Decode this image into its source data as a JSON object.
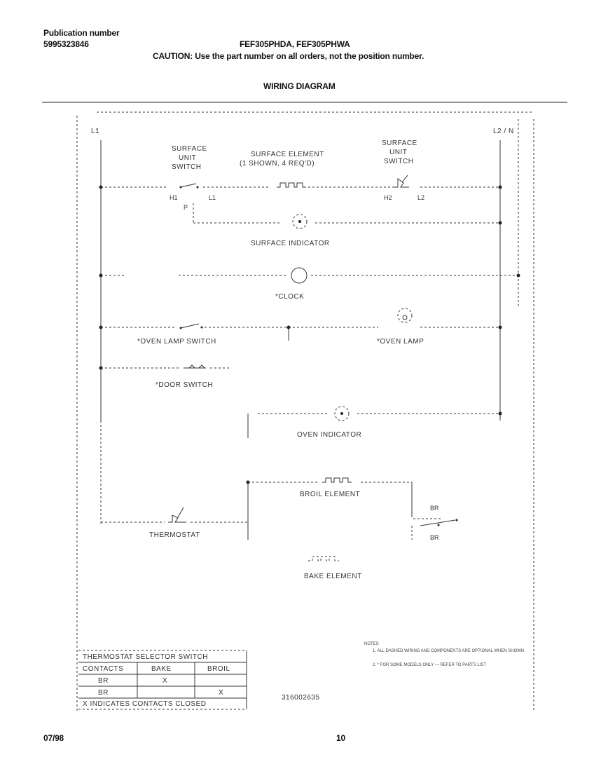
{
  "header": {
    "pub_label": "Publication number",
    "pub_number": "5995323846",
    "models": "FEF305PHDA, FEF305PHWA",
    "caution": "CAUTION:  Use the part number on all orders, not the position number.",
    "section_title": "WIRING DIAGRAM"
  },
  "diagram": {
    "l1": "L1",
    "l2_n": "L2 / N",
    "surface_unit_switch": [
      "SURFACE",
      "UNIT",
      "SWITCH"
    ],
    "surface_element": [
      "SURFACE ELEMENT",
      "(1 SHOWN, 4 REQ'D)"
    ],
    "surface_unit_switch_right": [
      "SURFACE",
      "UNIT",
      "SWITCH"
    ],
    "h1_label": "H1",
    "l1_small": "L1",
    "p_label": "P",
    "h2_label": "H2",
    "l2_small": "L2",
    "surface_indicator": "SURFACE INDICATOR",
    "clock": "*CLOCK",
    "oven_lamp_switch": "*OVEN LAMP SWITCH",
    "oven_lamp": "*OVEN LAMP",
    "door_switch": "*DOOR SWITCH",
    "oven_indicator": "OVEN INDICATOR",
    "broil_element": "BROIL ELEMENT",
    "br_top": "BR",
    "br_bottom": "BR",
    "thermostat": "THERMOSTAT",
    "bake_element": "BAKE ELEMENT",
    "notes_title": "NOTES",
    "note1": "1. ALL DASHED WIRING AND COMPONENTS ARE OPTIONAL WHEN SHOWN",
    "note2": "2. * FOR SOME MODELS ONLY — REFER TO PARTS LIST",
    "part_number": "316002635"
  },
  "table": {
    "title": "THERMOSTAT SELECTOR SWITCH",
    "col_contacts": "CONTACTS",
    "col_bake": "BAKE",
    "col_broil": "BROIL",
    "row1": "BR",
    "row1_bake": "X",
    "row2": "BR",
    "row2_broil": "X",
    "footnote": "X INDICATES CONTACTS CLOSED"
  },
  "footer": {
    "date": "07/98",
    "page": "10"
  }
}
